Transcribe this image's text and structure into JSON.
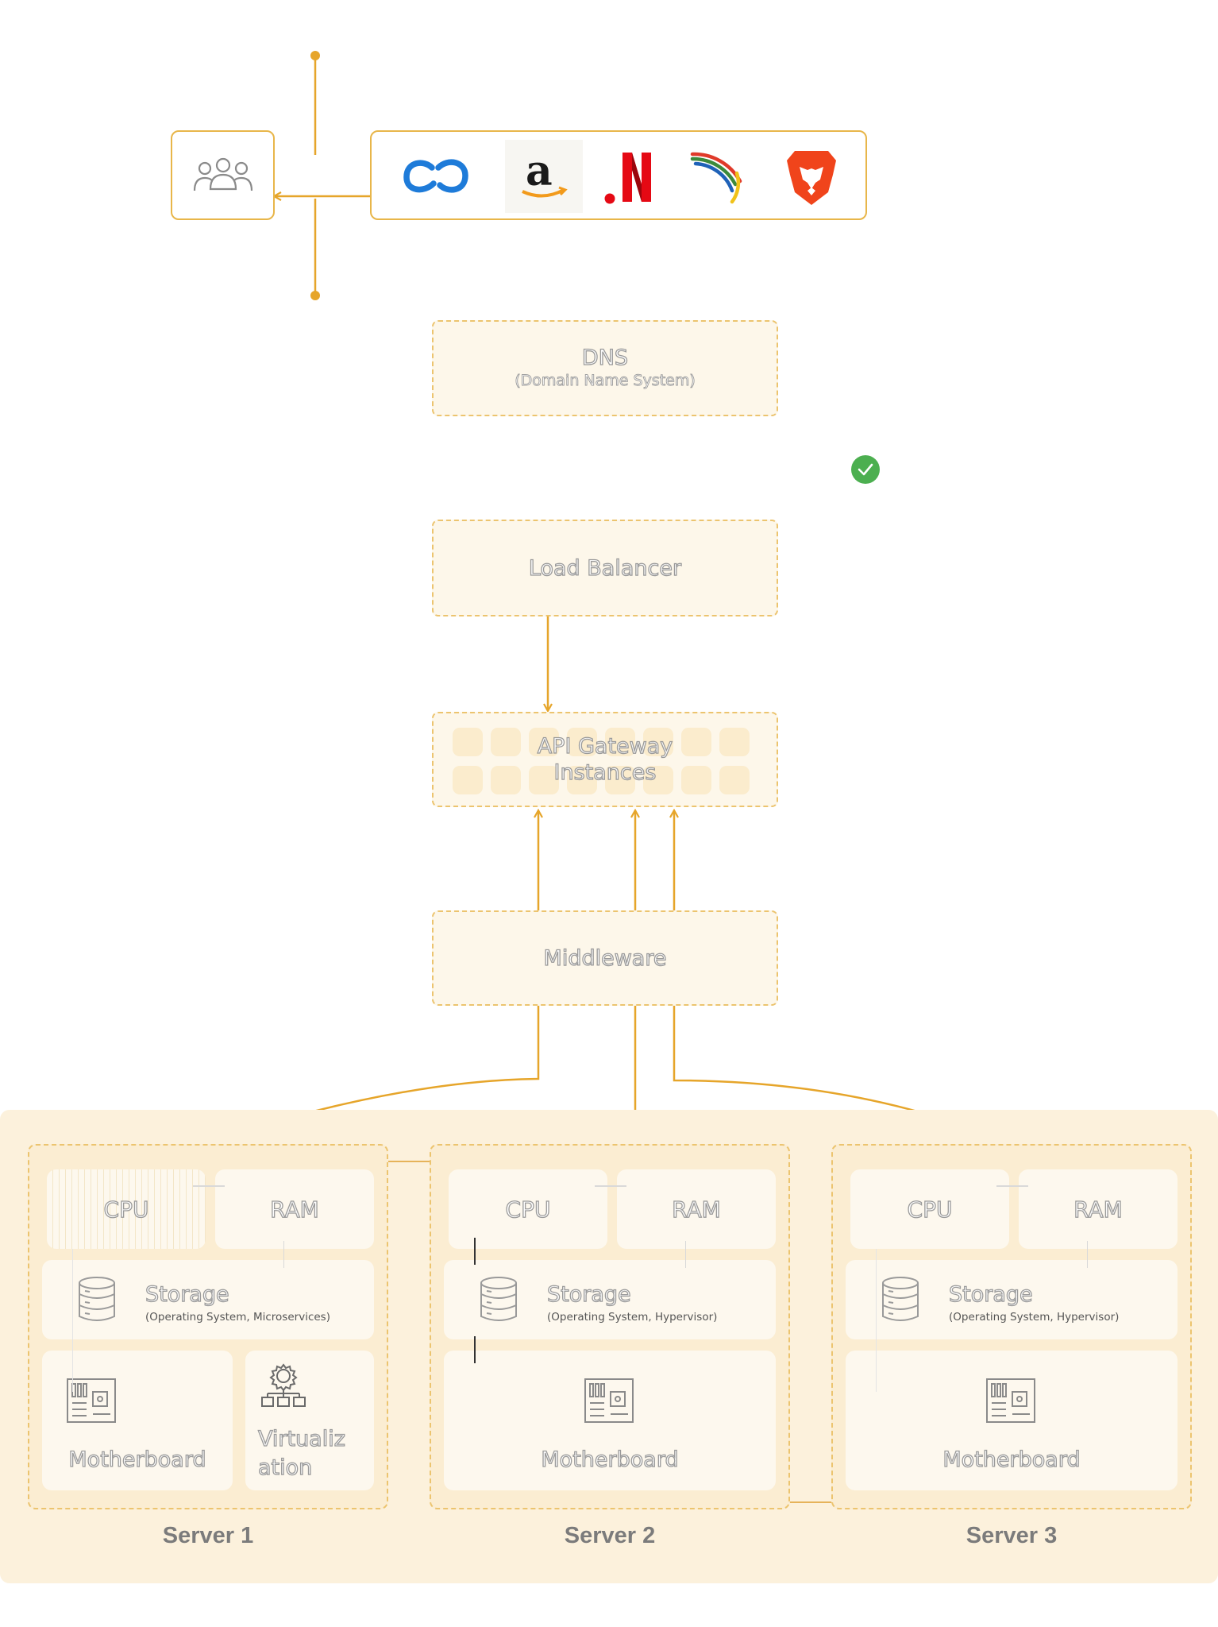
{
  "clients": {
    "users_icon": "users-icon",
    "logos": [
      "zoho-icon",
      "amazon-icon",
      "netflix-icon",
      "dreamwidth-icon",
      "brave-lion-icon"
    ]
  },
  "dns": {
    "title": "DNS",
    "subtitle": "(Domain Name System)"
  },
  "status": {
    "icon": "check-circle-icon",
    "color": "#4caf50"
  },
  "load_balancer": {
    "title": "Load Balancer"
  },
  "api_gateway": {
    "line1": "API Gateway",
    "line2": "Instances"
  },
  "middleware": {
    "title": "Middleware"
  },
  "servers": [
    {
      "name": "Server 1",
      "cpu": "CPU",
      "ram": "RAM",
      "storage": "Storage",
      "storage_sub": "(Operating System, Microservices)",
      "motherboard": "Motherboard",
      "virtualization_line1": "Virtualiz",
      "virtualization_line2": "ation"
    },
    {
      "name": "Server 2",
      "cpu": "CPU",
      "ram": "RAM",
      "storage": "Storage",
      "storage_sub": "(Operating System, Hypervisor)",
      "motherboard": "Motherboard"
    },
    {
      "name": "Server 3",
      "cpu": "CPU",
      "ram": "RAM",
      "storage": "Storage",
      "storage_sub": "(Operating System, Hypervisor)",
      "motherboard": "Motherboard"
    }
  ],
  "colors": {
    "accent": "#e6a52a",
    "box_fill": "#fdf7ea",
    "panel": "#fcf1dc",
    "server_fill": "#fbedd2"
  }
}
